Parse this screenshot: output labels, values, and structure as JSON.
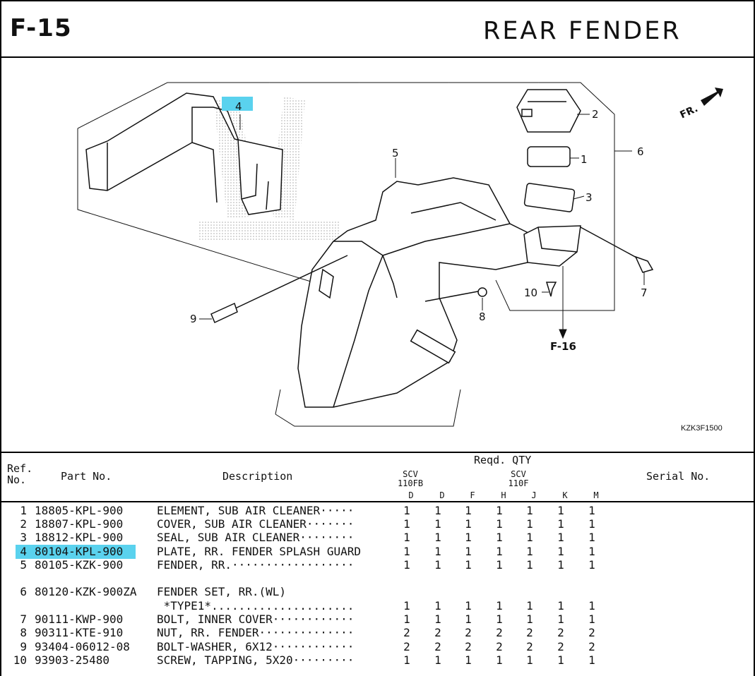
{
  "header": {
    "code": "F-15",
    "title": "REAR FENDER"
  },
  "diagram": {
    "callouts": [
      "4",
      "5",
      "2",
      "1",
      "3",
      "6",
      "7",
      "10",
      "9",
      "8"
    ],
    "ref_label": "F-16",
    "direction_label": "FR.",
    "code": "KZK3F1500"
  },
  "table": {
    "headers": {
      "ref": "Ref.\nNo.",
      "part_no": "Part No.",
      "description": "Description",
      "reqd_qty": "Reqd. QTY",
      "serial": "Serial No.",
      "group1": "SCV\n110FB",
      "group2": "SCV\n110F",
      "columns": [
        "D",
        "D",
        "F",
        "H",
        "J",
        "K",
        "M"
      ]
    },
    "rows": [
      {
        "ref": "1",
        "part_no": "18805-KPL-900",
        "description": "ELEMENT, SUB AIR CLEANER·····",
        "qty": [
          "1",
          "1",
          "1",
          "1",
          "1",
          "1",
          "1"
        ]
      },
      {
        "ref": "2",
        "part_no": "18807-KPL-900",
        "description": "COVER, SUB AIR CLEANER·······",
        "qty": [
          "1",
          "1",
          "1",
          "1",
          "1",
          "1",
          "1"
        ]
      },
      {
        "ref": "3",
        "part_no": "18812-KPL-900",
        "description": "SEAL, SUB AIR CLEANER········",
        "qty": [
          "1",
          "1",
          "1",
          "1",
          "1",
          "1",
          "1"
        ]
      },
      {
        "ref": "4",
        "part_no": "80104-KPL-900",
        "description": "PLATE, RR. FENDER SPLASH GUARD",
        "qty": [
          "1",
          "1",
          "1",
          "1",
          "1",
          "1",
          "1"
        ],
        "highlight": true
      },
      {
        "ref": "5",
        "part_no": "80105-KZK-900",
        "description": "FENDER, RR.··················",
        "qty": [
          "1",
          "1",
          "1",
          "1",
          "1",
          "1",
          "1"
        ]
      },
      {
        "ref": "6",
        "part_no": "80120-KZK-900ZA",
        "description": "FENDER SET, RR.(WL)",
        "qty": [
          "",
          "",
          "",
          "",
          "",
          "",
          ""
        ]
      },
      {
        "ref": "",
        "part_no": "",
        "description": " *TYPE1*.....................",
        "qty": [
          "1",
          "1",
          "1",
          "1",
          "1",
          "1",
          "1"
        ]
      },
      {
        "ref": "7",
        "part_no": "90111-KWP-900",
        "description": "BOLT, INNER COVER············",
        "qty": [
          "1",
          "1",
          "1",
          "1",
          "1",
          "1",
          "1"
        ]
      },
      {
        "ref": "8",
        "part_no": "90311-KTE-910",
        "description": "NUT, RR. FENDER··············",
        "qty": [
          "2",
          "2",
          "2",
          "2",
          "2",
          "2",
          "2"
        ]
      },
      {
        "ref": "9",
        "part_no": "93404-06012-08",
        "description": "BOLT-WASHER, 6X12············",
        "qty": [
          "2",
          "2",
          "2",
          "2",
          "2",
          "2",
          "2"
        ]
      },
      {
        "ref": "10",
        "part_no": "93903-25480",
        "description": "SCREW, TAPPING, 5X20·········",
        "qty": [
          "1",
          "1",
          "1",
          "1",
          "1",
          "1",
          "1"
        ]
      }
    ]
  },
  "colors": {
    "highlight": "#5ad2ee",
    "line": "#111111",
    "dots": "#bbbbbb"
  }
}
